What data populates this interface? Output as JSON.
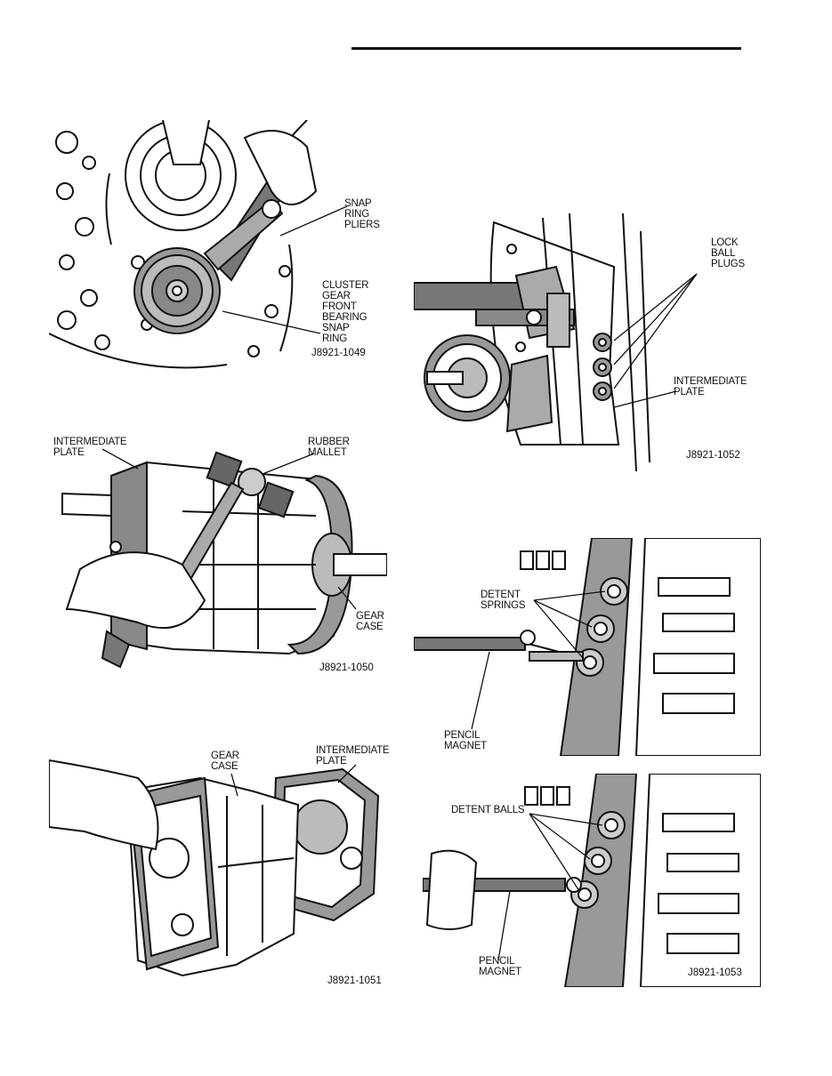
{
  "figures": {
    "f1049": {
      "id": "J8921-1049",
      "labels": {
        "snap_ring_pliers": "SNAP\nRING\nPLIERS",
        "snap_ring": "CLUSTER\nGEAR FRONT\nBEARING\nSNAP\nRING"
      }
    },
    "f1052": {
      "id": "J8921-1052",
      "labels": {
        "lock_ball_plugs": "LOCK\nBALL\nPLUGS",
        "intermediate_plate": "INTERMEDIATE\nPLATE"
      }
    },
    "f1050": {
      "id": "J8921-1050",
      "labels": {
        "intermediate_plate": "INTERMEDIATE\nPLATE",
        "rubber_mallet": "RUBBER\nMALLET",
        "gear_case": "GEAR\nCASE"
      }
    },
    "f1051": {
      "id": "J8921-1051",
      "labels": {
        "gear_case": "GEAR\nCASE",
        "intermediate_plate": "INTERMEDIATE\nPLATE"
      }
    },
    "f1053a": {
      "labels": {
        "detent_springs": "DETENT\nSPRINGS",
        "pencil_magnet": "PENCIL\nMAGNET"
      }
    },
    "f1053": {
      "id": "J8921-1053",
      "labels": {
        "detent_balls": "DETENT BALLS",
        "pencil_magnet": "PENCIL\nMAGNET"
      }
    }
  }
}
